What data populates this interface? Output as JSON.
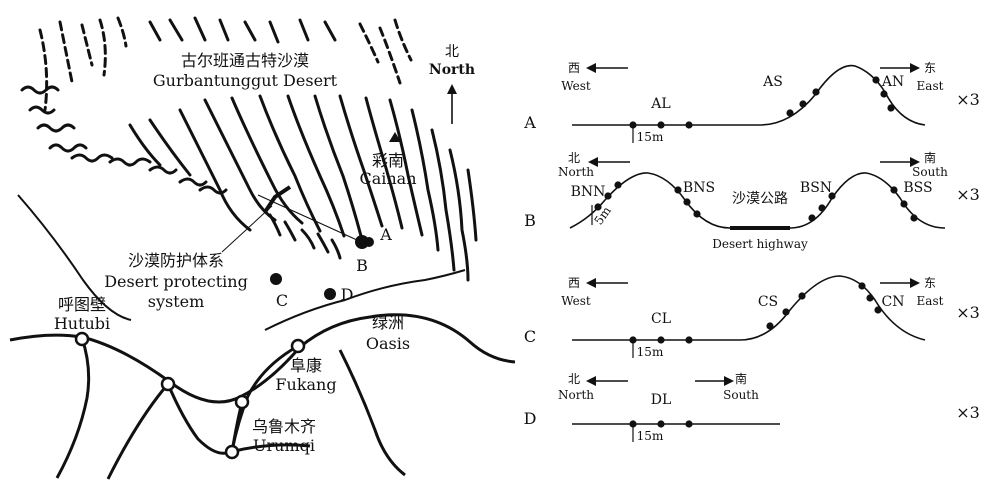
{
  "map": {
    "desert_cn": "古尔班通古特沙漠",
    "desert_en": "Gurbantunggut Desert",
    "north_cn": "北",
    "north_en": "North",
    "cainan_cn": "彩南",
    "cainan_en": "Cainan",
    "protect_cn": "沙漠防护体系",
    "protect_en1": "Desert protecting",
    "protect_en2": "system",
    "oasis_cn": "绿洲",
    "oasis_en": "Oasis",
    "hutubi_cn": "呼图壁",
    "hutubi_en": "Hutubi",
    "fukang_cn": "阜康",
    "fukang_en": "Fukang",
    "urumqi_cn": "乌鲁木齐",
    "urumqi_en": "Urumqi",
    "site_a": "A",
    "site_b": "B",
    "site_c": "C",
    "site_d": "D"
  },
  "profiles": {
    "rep": "×3",
    "rows": [
      {
        "id": "A",
        "left_cn": "西",
        "left_en": "West",
        "right_cn": "东",
        "right_en": "East",
        "pos1": "AL",
        "pos2": "AS",
        "pos3": "AN",
        "scale": "15m"
      },
      {
        "id": "B",
        "left_cn": "北",
        "left_en": "North",
        "right_cn": "南",
        "right_en": "South",
        "pos1": "BNN",
        "pos2": "BNS",
        "pos3": "BSN",
        "pos4": "BSS",
        "road_cn": "沙漠公路",
        "road_en": "Desert highway",
        "scale": "5m"
      },
      {
        "id": "C",
        "left_cn": "西",
        "left_en": "West",
        "right_cn": "东",
        "right_en": "East",
        "pos1": "CL",
        "pos2": "CS",
        "pos3": "CN",
        "scale": "15m"
      },
      {
        "id": "D",
        "left_cn": "北",
        "left_en": "North",
        "right_cn": "南",
        "right_en": "South",
        "pos1": "DL",
        "scale": "15m"
      }
    ]
  }
}
